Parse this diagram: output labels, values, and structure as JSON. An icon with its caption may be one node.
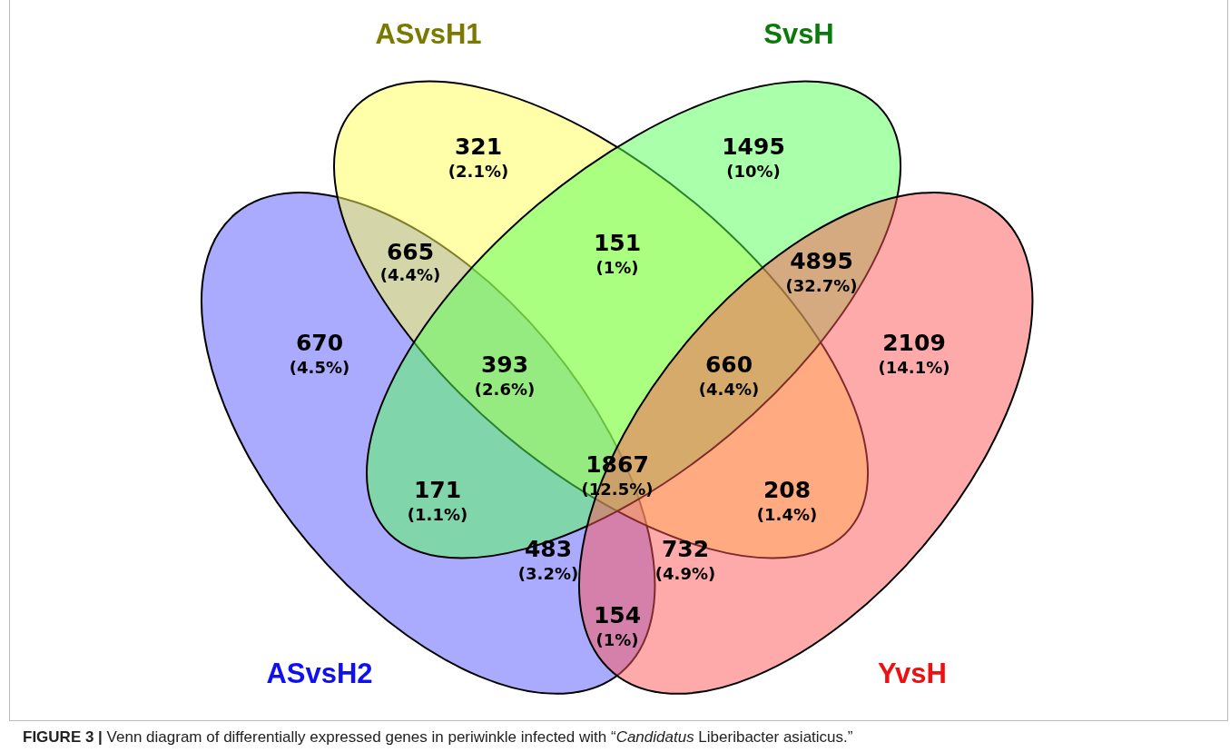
{
  "diagram": {
    "caption": "**FIGURE 3 |** Venn diagram of differentially expressed genes in periwinkle infected with “*Candidatus* Liberibacter asiaticus.”",
    "nodes": [
      {
        "text": [
          "ASvsH2"
        ]
      },
      {
        "text": [
          "ASvsH1"
        ]
      },
      {
        "text": [
          "SvsH"
        ]
      },
      {
        "text": [
          "YvsH"
        ]
      }
    ],
    "labels": [
      "321",
      "(2.1%)",
      "1495",
      "(10%)",
      "665",
      "(4.4%)",
      "151",
      "(1%)",
      "4895",
      "(32.7%)",
      "670",
      "(4.5%)",
      "393",
      "(2.6%)",
      "660",
      "(4.4%)",
      "2109",
      "(14.1%)",
      "1867",
      "(12.5%)",
      "171",
      "(1.1%)",
      "208",
      "(1.4%)",
      "483",
      "(3.2%)",
      "732",
      "(4.9%)",
      "154",
      "(1%)"
    ]
  }
}
